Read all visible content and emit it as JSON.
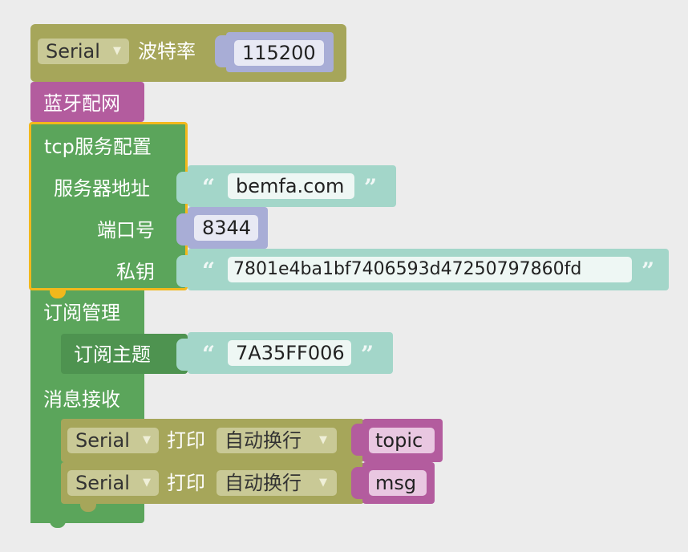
{
  "colors": {
    "serial_olive": "#a6a65a",
    "serial_dark": "#94944c",
    "number_lavender": "#a8add6",
    "pink": "#b35c9e",
    "green": "#5ba55b",
    "green_dark": "#4e9350",
    "text_teal": "#a3d6c9",
    "highlight": "#f2b81c"
  },
  "serial_baud": {
    "serial_label": "Serial",
    "label": "波特率",
    "value": "115200"
  },
  "bt_config": {
    "label": "蓝牙配网"
  },
  "tcp_config": {
    "title": "tcp服务配置",
    "server_label": "服务器地址",
    "server_value": "bemfa.com",
    "port_label": "端口号",
    "port_value": "8344",
    "key_label": "私钥",
    "key_value": "7801e4ba1bf7406593d47250797860fd"
  },
  "subscription": {
    "label": "订阅管理",
    "topic_label": "订阅主题",
    "topic_value": "7A35FF006"
  },
  "message": {
    "label": "消息接收",
    "print_rows": [
      {
        "serial_label": "Serial",
        "print_label": "打印",
        "mode": "自动换行",
        "var": "topic"
      },
      {
        "serial_label": "Serial",
        "print_label": "打印",
        "mode": "自动换行",
        "var": "msg"
      }
    ]
  }
}
